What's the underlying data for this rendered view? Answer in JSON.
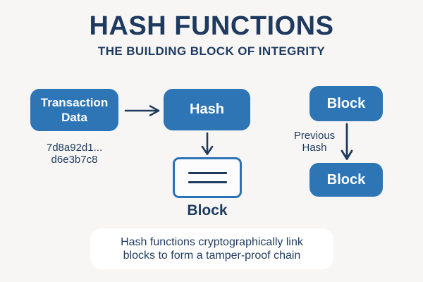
{
  "colors": {
    "background": "#f7f6f4",
    "box_blue": "#2e75b5",
    "navy_text": "#1e3a5f",
    "outline_blue": "#2b72b8",
    "caption_bg": "#ffffff",
    "box_text": "#ffffff"
  },
  "header": {
    "title": "HASH FUNCTIONS",
    "subtitle": "THE BUILDING BLOCK OF INTEGRITY"
  },
  "flow": {
    "transaction_box": {
      "line1": "Transaction",
      "line2": "Data"
    },
    "hash_sample": {
      "line1": "7d8a92d1...",
      "line2": "d6e3b7c8"
    },
    "hash_box": {
      "label": "Hash"
    },
    "block_label": "Block"
  },
  "chain": {
    "top_block": {
      "label": "Block"
    },
    "arrow_label": {
      "line1": "Previous",
      "line2": "Hash"
    },
    "bottom_block": {
      "label": "Block"
    }
  },
  "caption": {
    "line1": "Hash functions cryptographically link",
    "line2": "blocks to form a tamper-proof chain"
  }
}
